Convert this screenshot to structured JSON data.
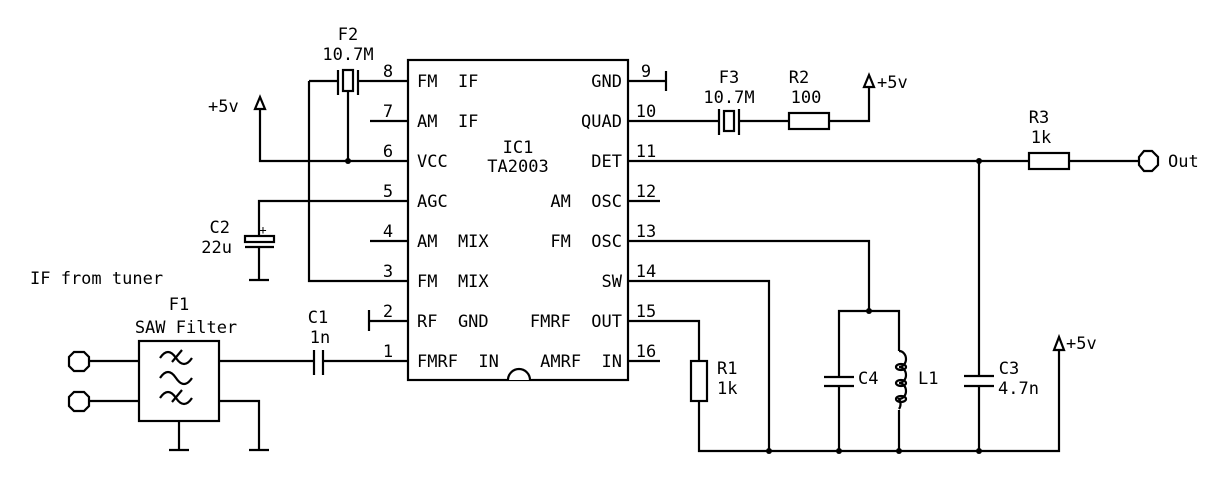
{
  "title": "TA2003 FM IF demodulator schematic",
  "colors": {
    "ink": "#000000",
    "background": "#ffffff"
  },
  "ic": {
    "ref": "IC1",
    "part": "TA2003",
    "left_pins": [
      {
        "num": "8",
        "name": "FM  IF"
      },
      {
        "num": "7",
        "name": "AM  IF"
      },
      {
        "num": "6",
        "name": "VCC"
      },
      {
        "num": "5",
        "name": "AGC"
      },
      {
        "num": "4",
        "name": "AM  MIX"
      },
      {
        "num": "3",
        "name": "FM  MIX"
      },
      {
        "num": "2",
        "name": "RF  GND"
      },
      {
        "num": "1",
        "name": "FMRF  IN"
      }
    ],
    "right_pins": [
      {
        "num": "9",
        "name": "GND"
      },
      {
        "num": "10",
        "name": "QUAD"
      },
      {
        "num": "11",
        "name": "DET"
      },
      {
        "num": "12",
        "name": "AM  OSC"
      },
      {
        "num": "13",
        "name": "FM  OSC"
      },
      {
        "num": "14",
        "name": "SW"
      },
      {
        "num": "15",
        "name": "FMRF  OUT"
      },
      {
        "num": "16",
        "name": "AMRF  IN"
      }
    ]
  },
  "components": {
    "F1": {
      "ref": "F1",
      "value": "SAW Filter"
    },
    "F2": {
      "ref": "F2",
      "value": "10.7M"
    },
    "F3": {
      "ref": "F3",
      "value": "10.7M"
    },
    "R1": {
      "ref": "R1",
      "value": "1k"
    },
    "R2": {
      "ref": "R2",
      "value": "100"
    },
    "R3": {
      "ref": "R3",
      "value": "1k"
    },
    "C1": {
      "ref": "C1",
      "value": "1n"
    },
    "C2": {
      "ref": "C2",
      "value": "22u"
    },
    "C3": {
      "ref": "C3",
      "value": "4.7n"
    },
    "C4": {
      "ref": "C4"
    },
    "L1": {
      "ref": "L1"
    }
  },
  "labels": {
    "supply": "+5v",
    "input_note": "IF from tuner",
    "output": "Out",
    "cap_polarity": "+"
  }
}
